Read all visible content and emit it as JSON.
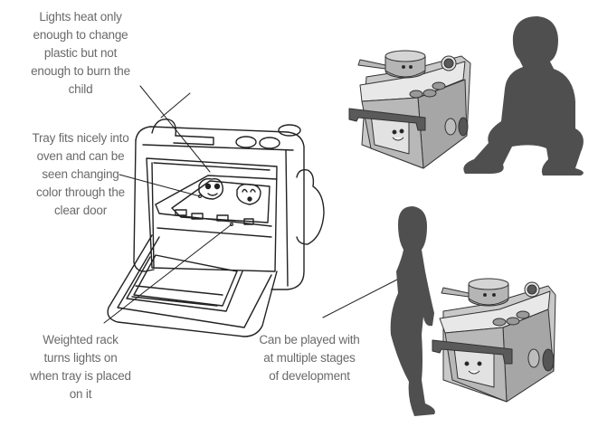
{
  "annotations": [
    {
      "id": "lights-heat",
      "lines": [
        "Lights heat only",
        "enough to change",
        "plastic but not",
        "enough to burn the",
        "child"
      ]
    },
    {
      "id": "tray-fits",
      "lines": [
        "Tray fits nicely into",
        "oven and can be",
        "seen changing",
        "color through the",
        "clear door"
      ]
    },
    {
      "id": "weighted-rack",
      "lines": [
        "Weighted rack",
        "turns lights on",
        "when tray is placed",
        "on it"
      ]
    },
    {
      "id": "stages",
      "lines": [
        "Can be played with",
        "at multiple stages",
        "of development"
      ]
    }
  ],
  "colors": {
    "label_text": "#6a6a6a",
    "silhouette": "#4f4f4f",
    "sketch_line": "#222222",
    "toy_shade": "#9a9a9a"
  },
  "figures": {
    "oven_sketch": "Line drawing of toy oven with open door, tray with two faces",
    "toy_with_crouching_child": "Shaded toy stove with pot, beside crouching child silhouette",
    "toy_with_standing_child": "Standing child silhouette beside shaded toy stove"
  }
}
